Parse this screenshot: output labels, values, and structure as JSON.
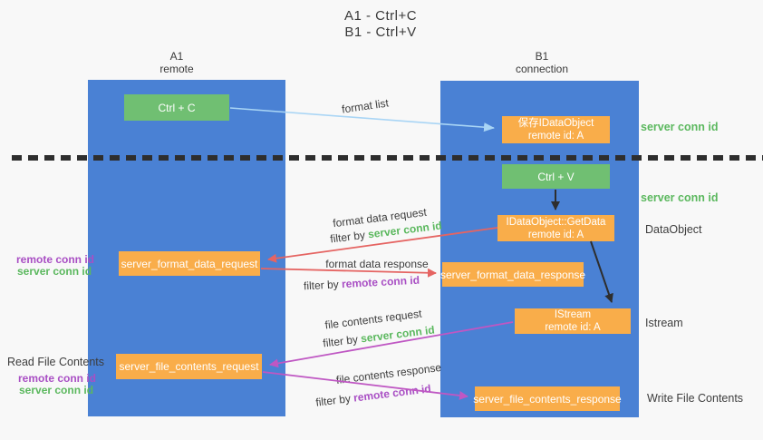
{
  "title": {
    "line1": "A1 - Ctrl+C",
    "line2": "B1 - Ctrl+V"
  },
  "lifelines": {
    "left": {
      "name": "A1",
      "role": "remote"
    },
    "right": {
      "name": "B1",
      "role": "connection"
    }
  },
  "nodes": {
    "ctrl_c": {
      "label": "Ctrl + C"
    },
    "ctrl_v": {
      "label": "Ctrl + V"
    },
    "save_dataobject": {
      "line1": "保存IDataObject",
      "line2": "remote id: A"
    },
    "getdata": {
      "line1": "IDataObject::GetData",
      "line2": "remote id: A"
    },
    "istream": {
      "line1": "IStream",
      "line2": "remote id: A"
    },
    "format_request": {
      "label": "server_format_data_request"
    },
    "format_response": {
      "label": "server_format_data_response"
    },
    "file_request": {
      "label": "server_file_contents_request"
    },
    "file_response": {
      "label": "server_file_contents_response"
    }
  },
  "arrow_labels": {
    "format_list": "format list",
    "format_data_request": "format data request",
    "format_data_response": "format data response",
    "file_contents_request": "file contents request",
    "file_contents_response": "file contents response",
    "filter_by": "filter by",
    "server_conn_id": "server conn id",
    "remote_conn_id": "remote conn id"
  },
  "side_labels": {
    "server_conn_id_top": "server conn id",
    "server_conn_id_mid": "server conn id",
    "dataobject": "DataObject",
    "istream": "Istream",
    "write_file_contents": "Write File Contents",
    "read_file_contents": "Read File Contents",
    "remote_conn_id": "remote conn id",
    "server_conn_id": "server conn id"
  },
  "colors": {
    "lifeline_blue": "#4a81d4",
    "node_green": "#70bf72",
    "node_orange": "#f9ad4a",
    "arrow_lightblue": "#a9d5f5",
    "arrow_red": "#e56462",
    "arrow_magenta": "#bf57c3",
    "arrow_black": "#2e2e2e",
    "text_green": "#5bb85e",
    "text_purple": "#a94fc4",
    "text_dark": "#3d3d3d",
    "background": "#f8f8f8"
  }
}
